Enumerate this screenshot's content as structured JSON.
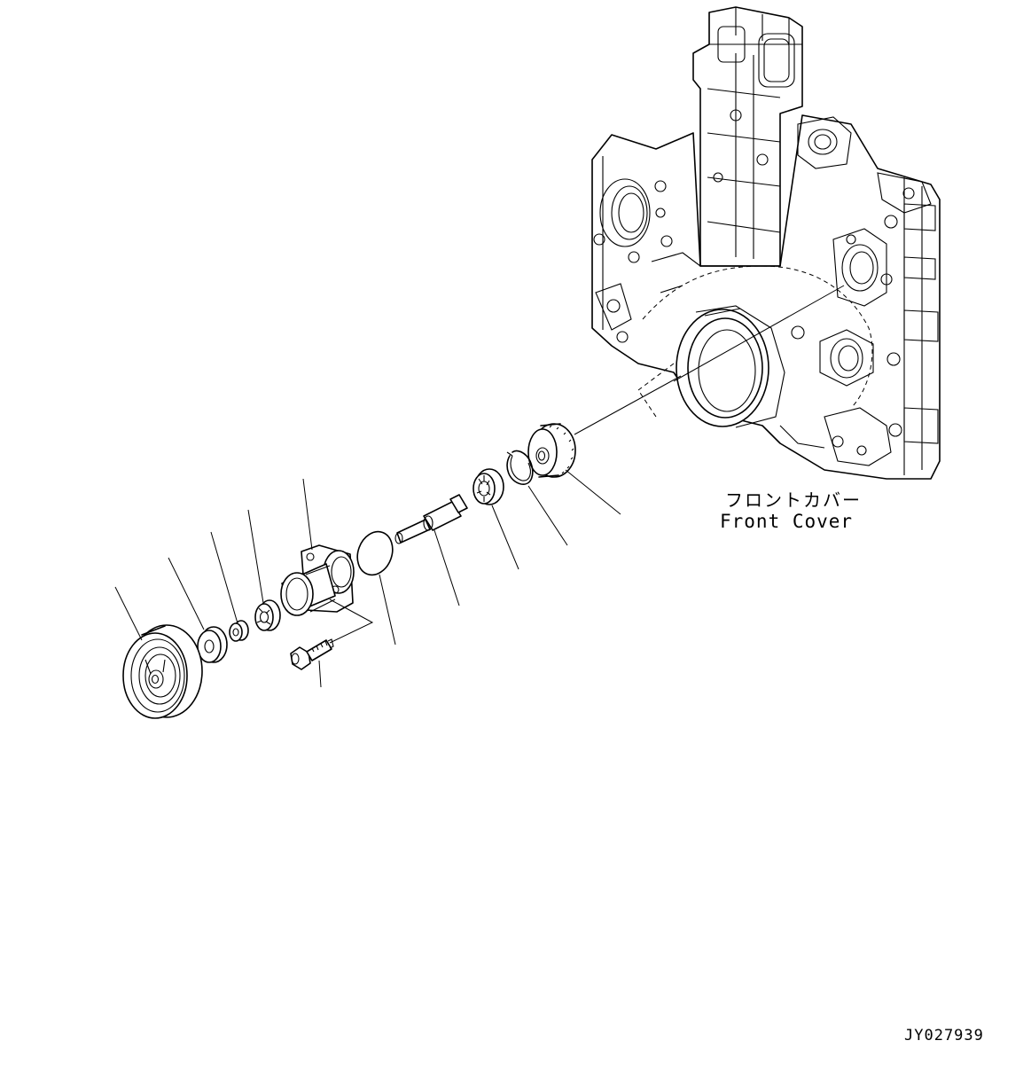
{
  "labels": {
    "front_cover_jp": "フロントカバー",
    "front_cover_en": "Front Cover"
  },
  "drawing_number": "JY027939"
}
